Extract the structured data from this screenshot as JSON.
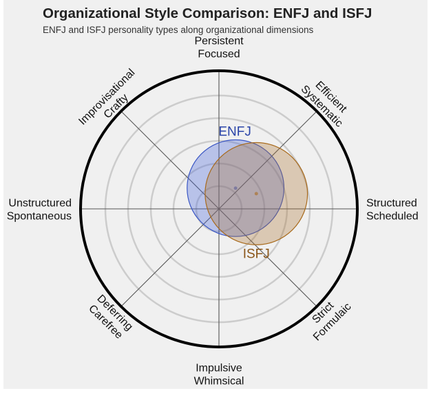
{
  "header": {
    "title": "Organizational Style Comparison: ENFJ and ISFJ",
    "subtitle": "ENFJ and ISFJ personality types along organizational dimensions"
  },
  "chart_data": {
    "type": "polar-bubble",
    "title": "Organizational Style Comparison: ENFJ and ISFJ",
    "subtitle": "ENFJ and ISFJ personality types along organizational dimensions",
    "axes": [
      {
        "angle_deg": 90,
        "lines": [
          "Persistent",
          "Focused"
        ]
      },
      {
        "angle_deg": 45,
        "lines": [
          "Efficient",
          "Systematic"
        ]
      },
      {
        "angle_deg": 0,
        "lines": [
          "Structured",
          "Scheduled"
        ]
      },
      {
        "angle_deg": -45,
        "lines": [
          "Strict",
          "Formulaic"
        ]
      },
      {
        "angle_deg": -90,
        "lines": [
          "Impulsive",
          "Whimsical"
        ]
      },
      {
        "angle_deg": -135,
        "lines": [
          "Deferring",
          "Carefree"
        ]
      },
      {
        "angle_deg": 180,
        "lines": [
          "Unstructured",
          "Spontaneous"
        ]
      },
      {
        "angle_deg": 135,
        "lines": [
          "Improvisational",
          "Crafty"
        ]
      }
    ],
    "rings": 5,
    "grid": true,
    "series": [
      {
        "name": "ENFJ",
        "x": 0.12,
        "y": 0.15,
        "radius": 0.35,
        "color": "#3b57c4",
        "fill": "rgba(70,100,220,0.33)",
        "label_color": "#2a44a8"
      },
      {
        "name": "ISFJ",
        "x": 0.27,
        "y": 0.11,
        "radius": 0.37,
        "color": "#a86a1c",
        "fill": "rgba(170,110,40,0.30)",
        "label_color": "#8a5518"
      }
    ]
  }
}
